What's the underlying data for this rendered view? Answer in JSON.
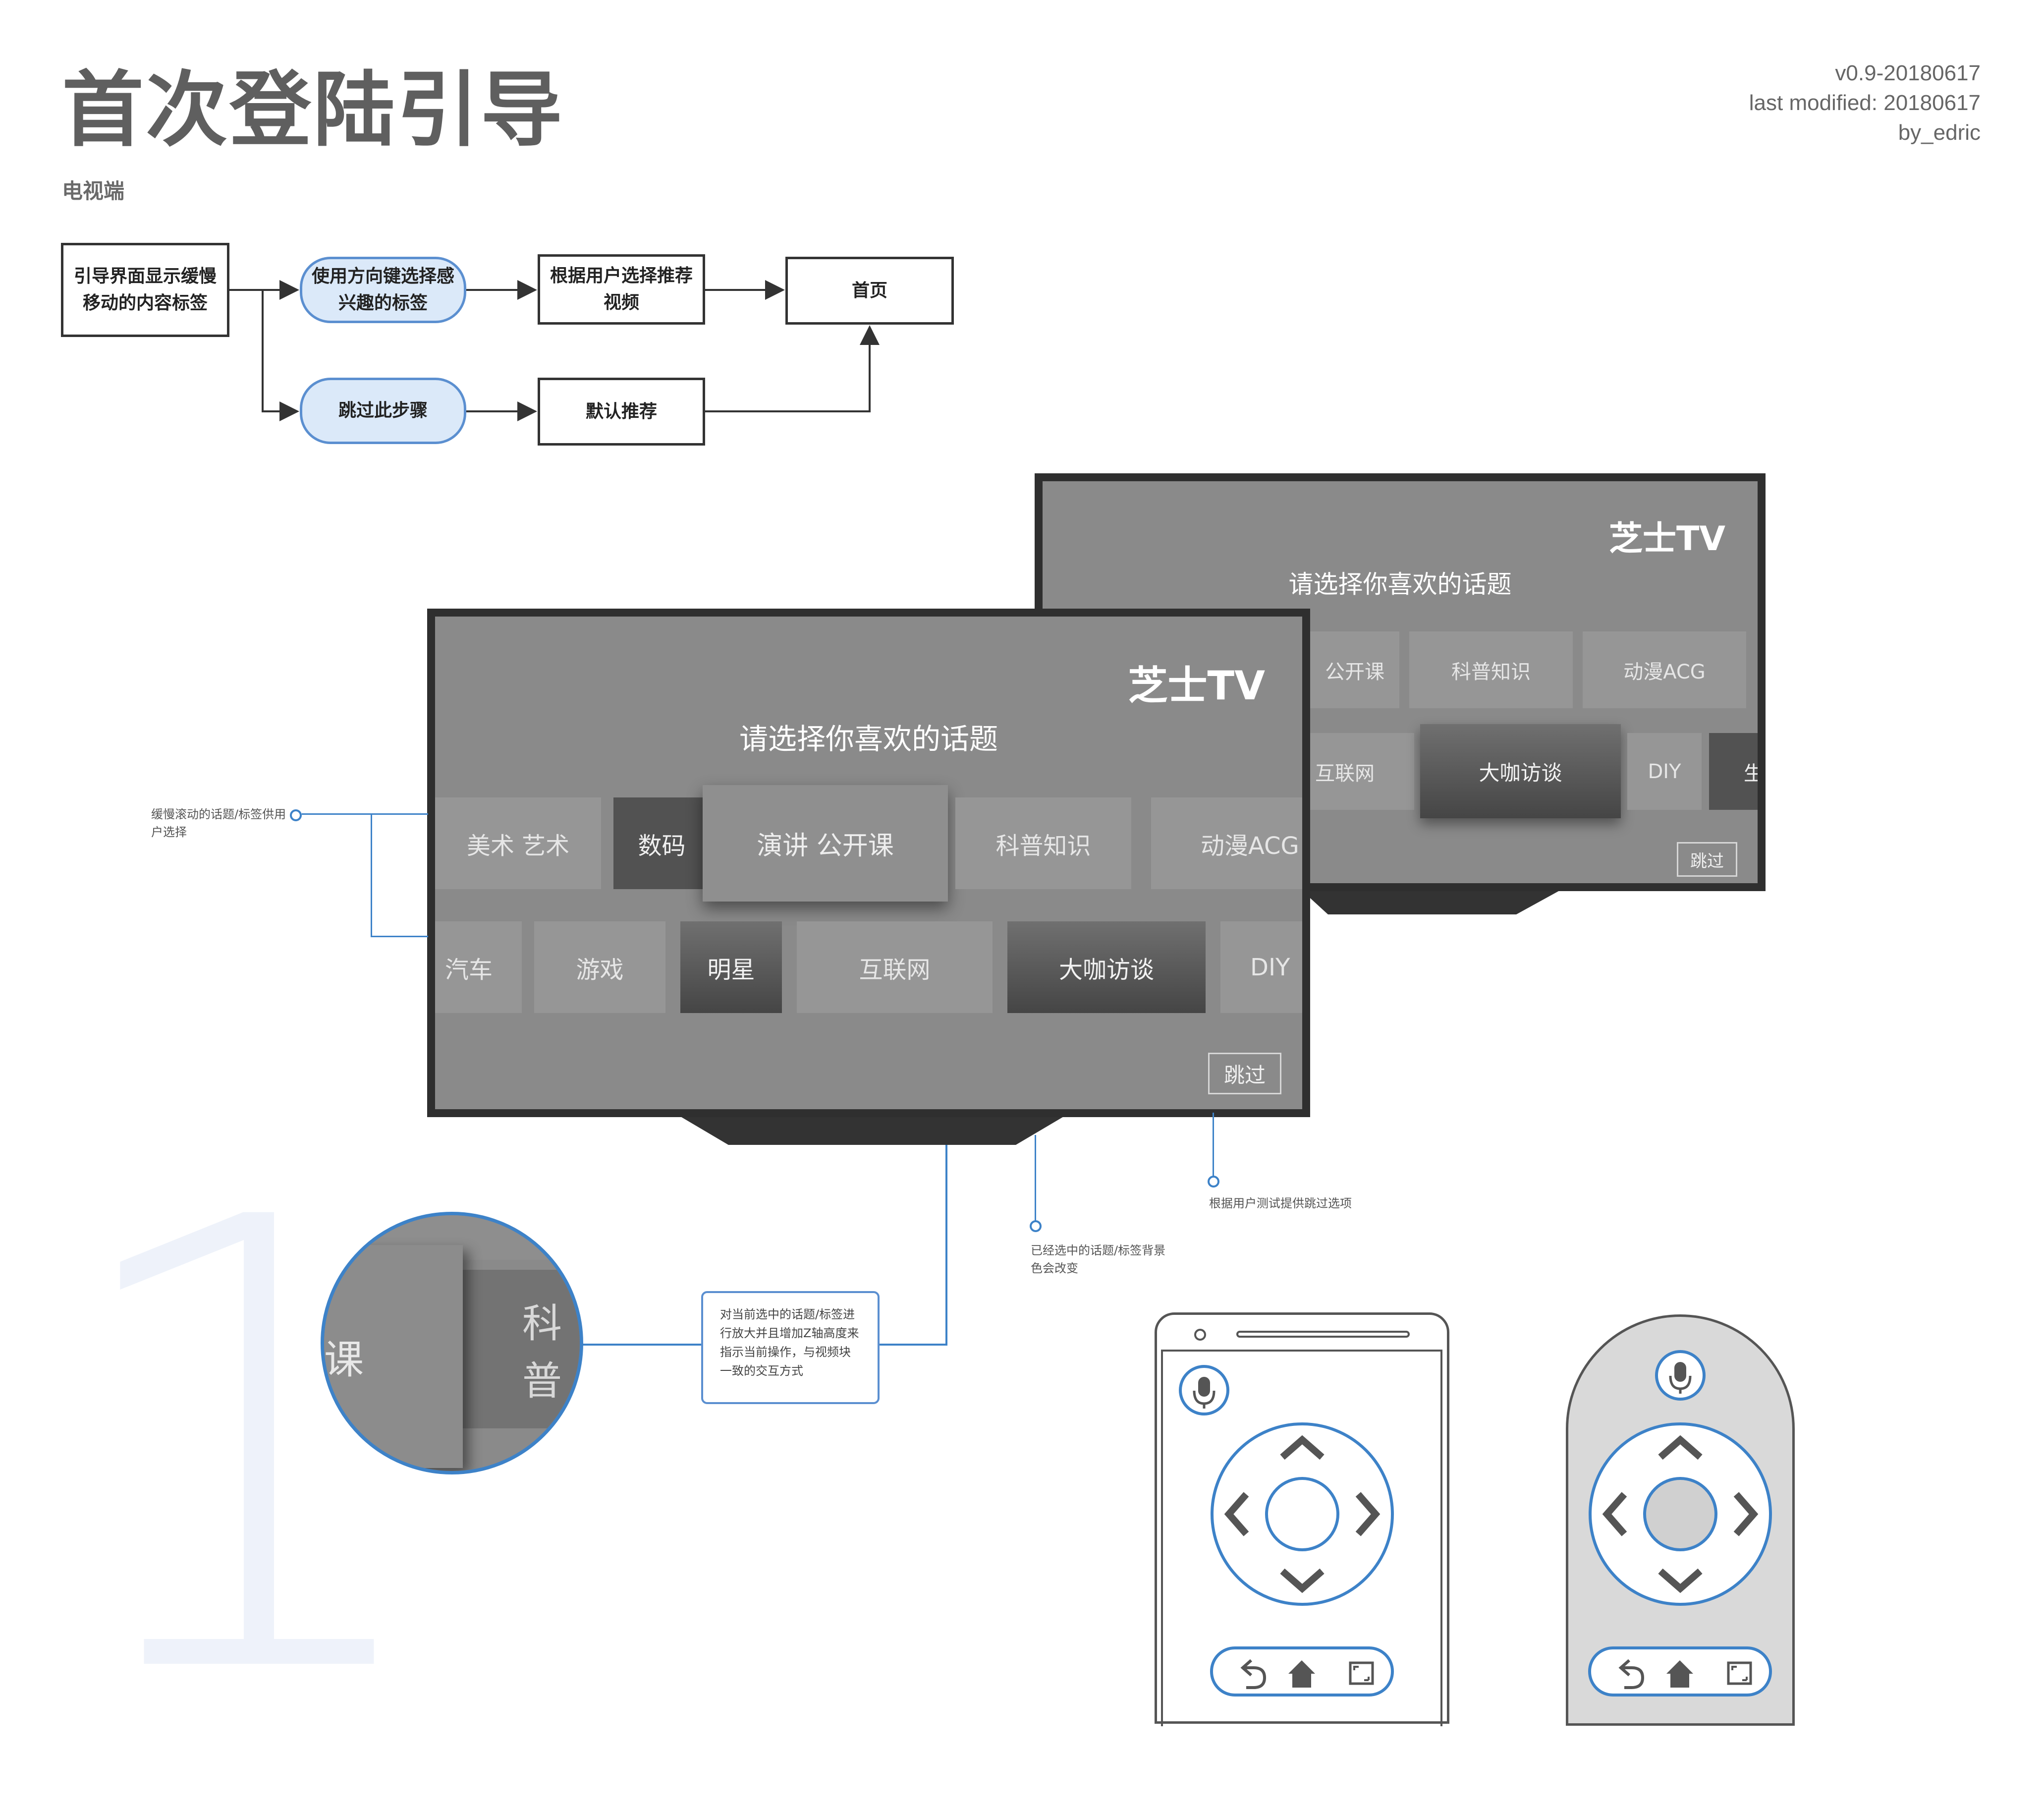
{
  "header": {
    "title": "首次登陆引导",
    "subtitle": "电视端",
    "version": "v0.9-20180617",
    "last_modified": "last modified: 20180617",
    "author": "by_edric",
    "section_number": "1"
  },
  "flowchart": {
    "start": "引导界面显示缓慢移动的内容标签",
    "choose_tags": "使用方向键选择感兴趣的标签",
    "recommend_by_choice": "根据用户选择推荐视频",
    "home": "首页",
    "skip_step": "跳过此步骤",
    "default_recommend": "默认推荐"
  },
  "tv_back": {
    "logo": "芝士TV",
    "prompt": "请选择你喜欢的话题",
    "row1": [
      "公开课",
      "科普知识",
      "动漫ACG"
    ],
    "row2": [
      "互联网",
      "大咖访谈",
      "DIY",
      "生活"
    ],
    "skip": "跳过"
  },
  "tv_front": {
    "logo": "芝士TV",
    "prompt": "请选择你喜欢的话题",
    "row1": [
      "美术 艺术",
      "数码",
      "演讲 公开课",
      "科普知识",
      "动漫ACG"
    ],
    "row2": [
      "汽车",
      "游戏",
      "明星",
      "互联网",
      "大咖访谈",
      "DIY"
    ],
    "skip": "跳过"
  },
  "annotations": {
    "scrolling": "缓慢滚动的话题/标签供用户选择",
    "zoom_note": "对当前选中的话题/标签进行放大并且增加Z轴高度来指示当前操作，与视频块一致的交互方式",
    "selected_bg": "已经选中的话题/标签背景色会改变",
    "skip_note": "根据用户测试提供跳过选项"
  },
  "magnifier": {
    "left_text": "课",
    "right_text": "科普"
  },
  "icons": {
    "mic": "microphone-icon",
    "up": "chevron-up-icon",
    "down": "chevron-down-icon",
    "left": "chevron-left-icon",
    "right": "chevron-right-icon",
    "back": "back-icon",
    "home": "home-icon",
    "screen": "screen-icon"
  },
  "colors": {
    "accent_blue": "#3d82c8",
    "pill_fill": "#dbe9f9",
    "tv_bg": "#8a8a8a",
    "tv_frame": "#2f2f2f"
  }
}
